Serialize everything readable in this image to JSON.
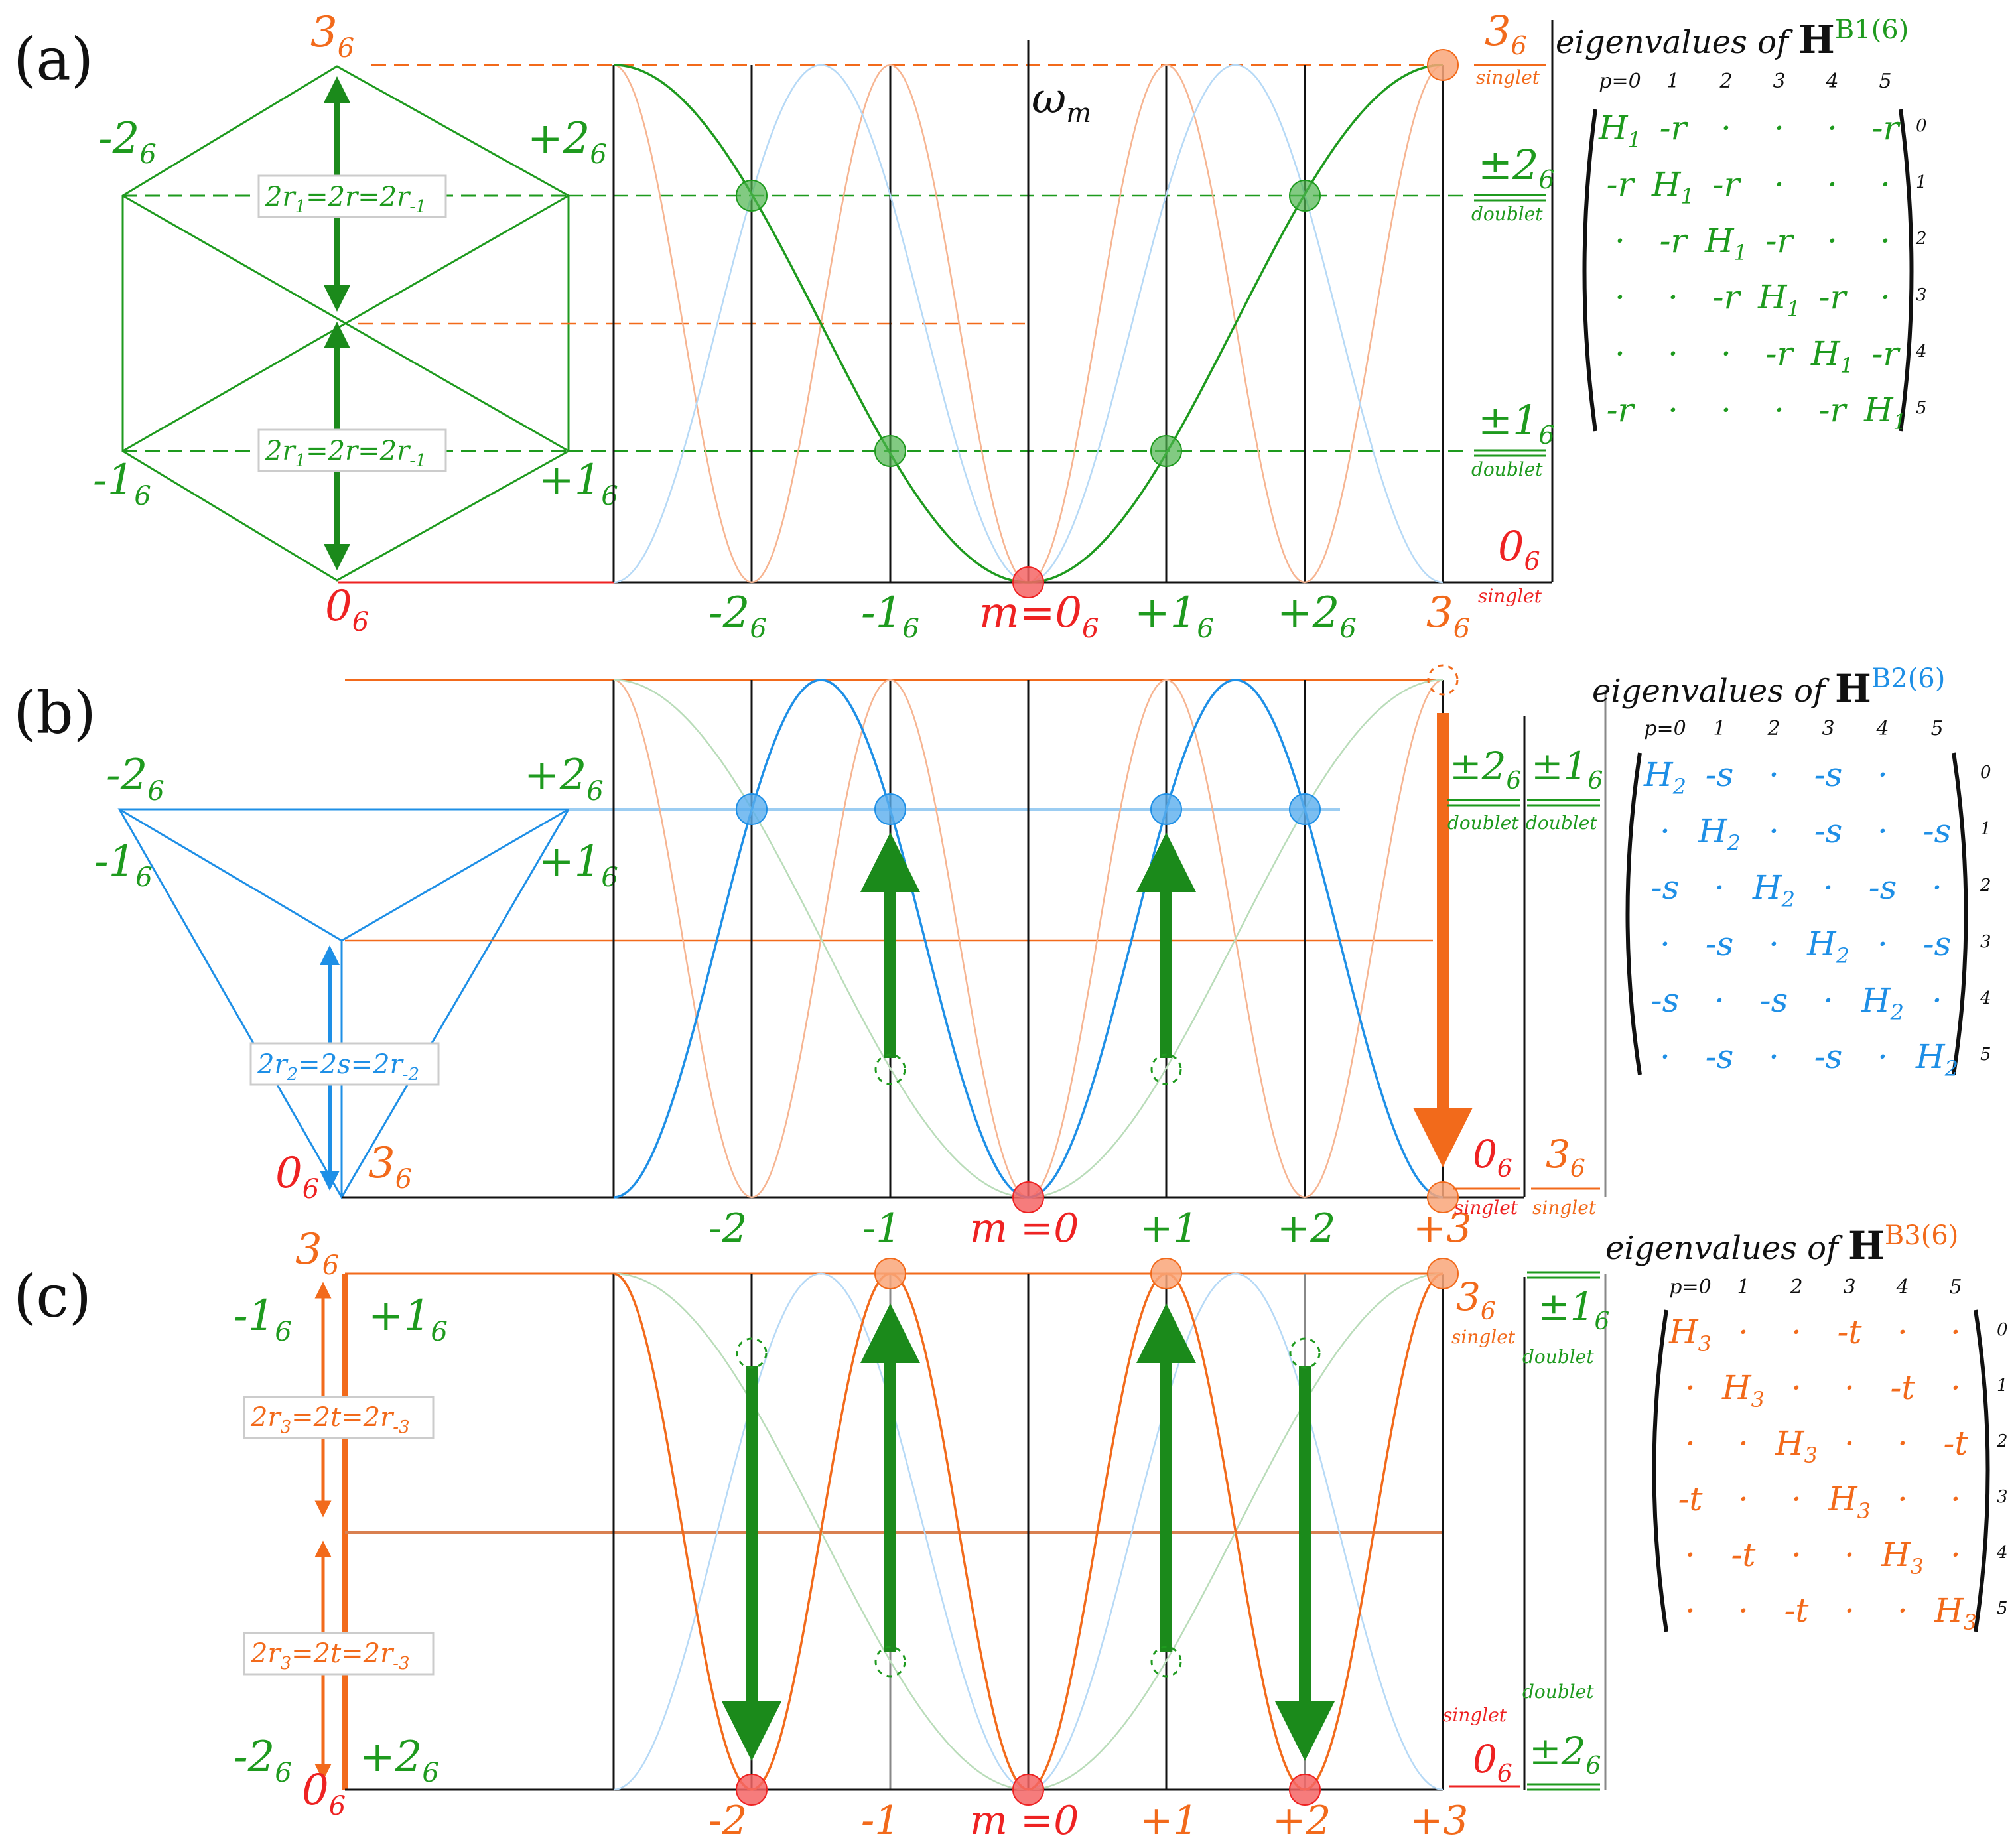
{
  "colors": {
    "green": "#1e9a1e",
    "dark_green": "#1b8a1b",
    "blue": "#1e8fe6",
    "orange": "#f26a1b",
    "red": "#ee2222",
    "gray": "#888888",
    "black": "#111111"
  },
  "common": {
    "omega_label": "ω",
    "omega_sub": "m",
    "singlet": "singlet",
    "doublet": "doublet",
    "eig_prefix": "eigenvalues of ",
    "H_bold": "H",
    "p_header": [
      "p=0",
      "1",
      "2",
      "3",
      "4",
      "5"
    ],
    "row_numbers": [
      "0",
      "1",
      "2",
      "3",
      "4",
      "5"
    ]
  },
  "panel_a": {
    "tag": "(a)",
    "superscript": "B1(6)",
    "hex_labels": {
      "top": "3",
      "upper_left": "-2",
      "upper_right": "+2",
      "lower_left": "-1",
      "lower_right": "+1",
      "bottom": "0",
      "sub": "6"
    },
    "box_labels": [
      "2r",
      "1",
      "=2r=2r",
      "-1"
    ],
    "axis_labels": [
      "-2",
      "-1",
      "m=0",
      "+1",
      "+2",
      "3"
    ],
    "axis_sub": "6",
    "level_labels": {
      "top": "3",
      "upper": "±2",
      "lower": "±1",
      "bottom": "0",
      "sub": "6"
    },
    "matrix": [
      [
        "H1",
        "-r",
        "·",
        "·",
        "·",
        "-r"
      ],
      [
        "-r",
        "H1",
        "-r",
        "·",
        "·",
        "·"
      ],
      [
        "·",
        "-r",
        "H1",
        "-r",
        "·",
        "·"
      ],
      [
        "·",
        "·",
        "-r",
        "H1",
        "-r",
        "·"
      ],
      [
        "·",
        "·",
        "·",
        "-r",
        "H1",
        "-r"
      ],
      [
        "-r",
        "·",
        "·",
        "·",
        "-r",
        "H1"
      ]
    ]
  },
  "panel_b": {
    "tag": "(b)",
    "superscript": "B2(6)",
    "tri_labels": {
      "upper_left": "-2",
      "upper_right": "+2",
      "lower_left": "-1",
      "lower_right": "+1",
      "bottom_zero": "0",
      "bottom_three": "3",
      "sub": "6"
    },
    "box_labels": [
      "2r",
      "2",
      "=2s=2r",
      "-2"
    ],
    "axis_labels": [
      "-2",
      "-1",
      "m =0",
      "+1",
      "+2",
      "+3"
    ],
    "level_labels": {
      "pm2": "±2",
      "pm1": "±1",
      "zero": "0",
      "three": "3",
      "sub": "6"
    },
    "matrix": [
      [
        "H2",
        "-s",
        "·",
        "-s",
        "·",
        ""
      ],
      [
        "·",
        "H2",
        "·",
        "-s",
        "·",
        "-s"
      ],
      [
        "-s",
        "·",
        "H2",
        "·",
        "-s",
        "·"
      ],
      [
        "·",
        "-s",
        "·",
        "H2",
        "·",
        "-s"
      ],
      [
        "-s",
        "·",
        "-s",
        "·",
        "H2",
        "·"
      ],
      [
        "·",
        "-s",
        "·",
        "-s",
        "·",
        "H2"
      ]
    ]
  },
  "panel_c": {
    "tag": "(c)",
    "superscript": "B3(6)",
    "side_labels": {
      "top_three": "3",
      "m1": "-1",
      "p1": "+1",
      "m2": "-2",
      "p2": "+2",
      "bottom_zero": "0",
      "sub": "6"
    },
    "box_labels": [
      "2r",
      "3",
      "=2t=2r",
      "-3"
    ],
    "axis_labels": [
      "-2",
      "-1",
      "m =0",
      "+1",
      "+2",
      "+3"
    ],
    "level_labels": {
      "three": "3",
      "pm1": "±1",
      "zero": "0",
      "pm2": "±2",
      "sub": "6"
    },
    "matrix": [
      [
        "H3",
        "·",
        "·",
        "-t",
        "·",
        "·"
      ],
      [
        "·",
        "H3",
        "·",
        "·",
        "-t",
        "·"
      ],
      [
        "·",
        "·",
        "H3",
        "·",
        "·",
        "-t"
      ],
      [
        "-t",
        "·",
        "·",
        "H3",
        "·",
        "·"
      ],
      [
        "·",
        "-t",
        "·",
        "·",
        "H3",
        "·"
      ],
      [
        "·",
        "·",
        "-t",
        "·",
        "·",
        "H3"
      ]
    ]
  }
}
